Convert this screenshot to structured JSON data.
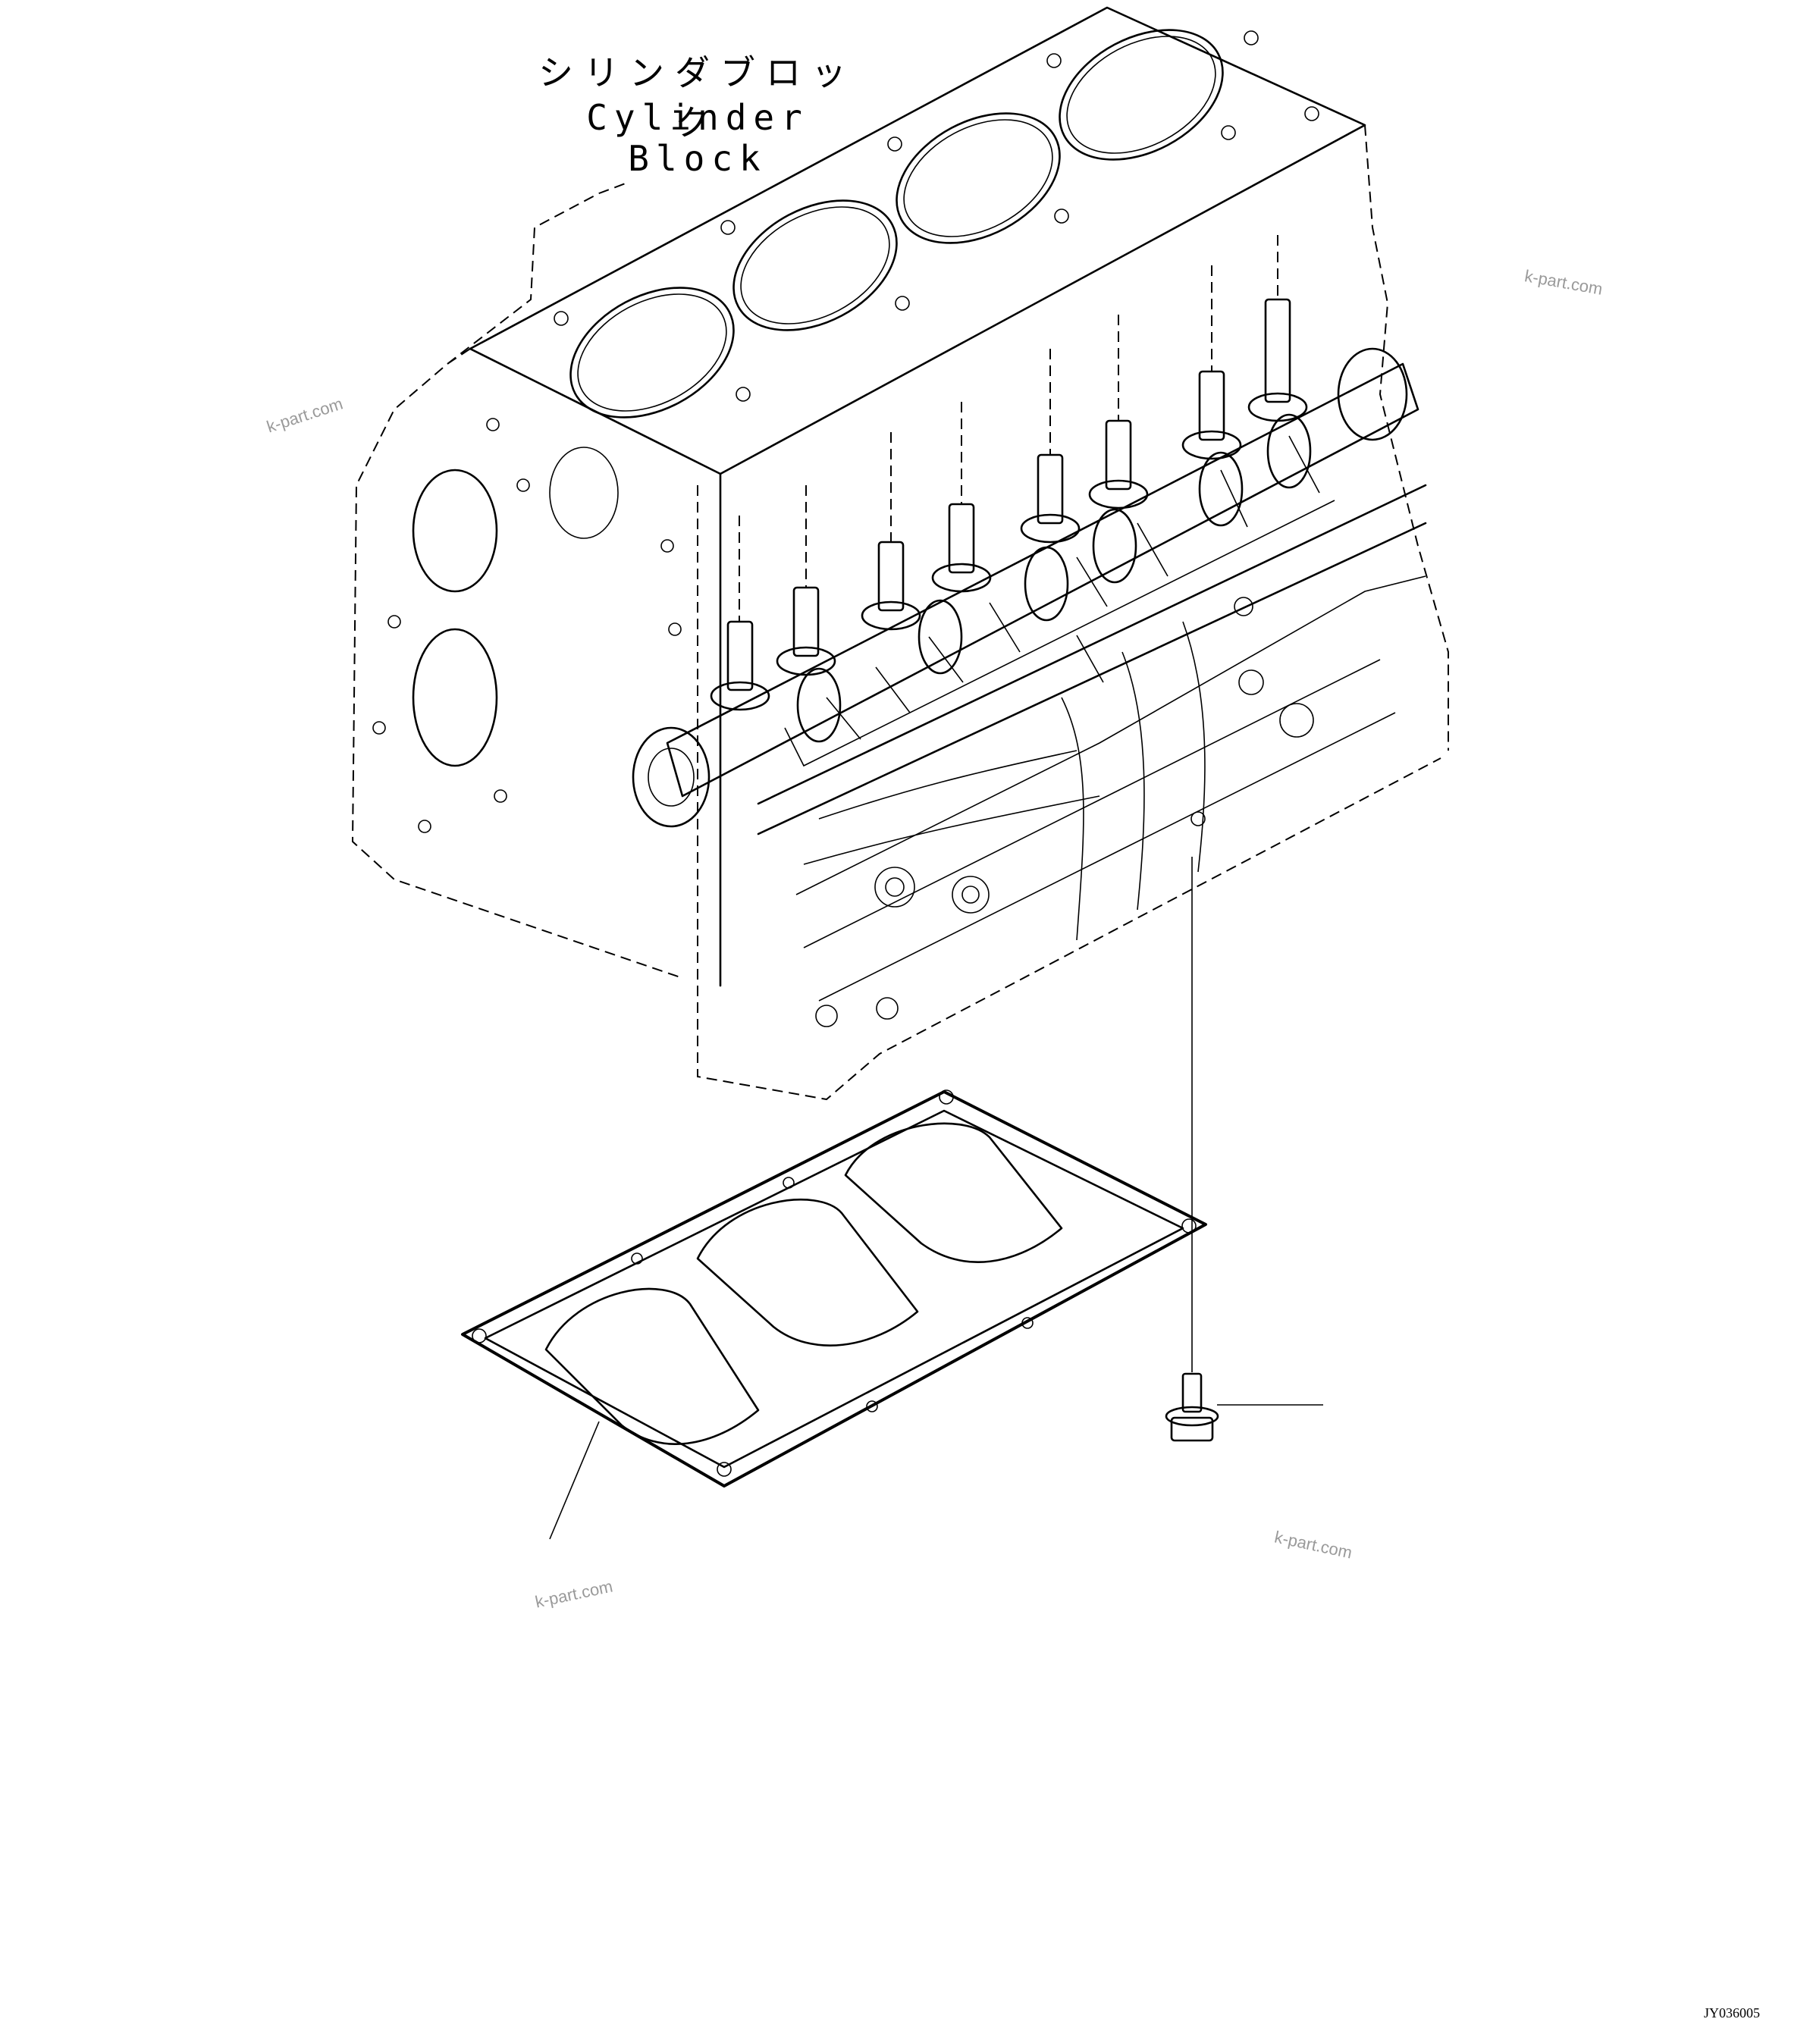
{
  "title": {
    "japanese": "シリンダブロック",
    "english": "Cylinder Block"
  },
  "watermarks": [
    "k-part.com",
    "k-part.com",
    "k-part.com",
    "k-part.com"
  ],
  "document_code": "JY036005"
}
